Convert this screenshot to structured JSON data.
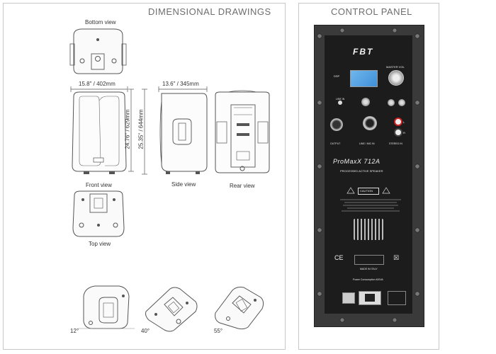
{
  "drawings": {
    "title": "DIMENSIONAL DRAWINGS",
    "bottom_view_label": "Bottom view",
    "width_dim": "15.8\" / 402mm",
    "depth_dim": "13.6\" / 345mm",
    "height_dim_1": "24.76\" / 629mm",
    "height_dim_2": "25.35\" / 644mm",
    "front_view_label": "Front view",
    "side_view_label": "Side view",
    "rear_view_label": "Rear view",
    "top_view_label": "Top view",
    "angle_1": "12°",
    "angle_2": "40°",
    "angle_3": "55°"
  },
  "control_panel": {
    "title": "CONTROL PANEL",
    "brand": "FBT",
    "dsp_label": "DSP",
    "master_vol_label": "MASTER VOL",
    "line_in_label": "LINE IN",
    "output_label": "OUTPUT",
    "line_mic_in_label": "LINE / MIC IN",
    "stereo_in_label": "STEREO IN",
    "l_label": "L",
    "r_label": "R",
    "model": "ProMaxX 712A",
    "subtitle": "PROCESSED ACTIVE SPEAKER",
    "caution_label": "CAUTION",
    "made_in": "MADE IN ITALY",
    "ce_mark": "CE",
    "power_consumption": "Power Consumption 400VA"
  },
  "colors": {
    "panel_black": "#1c1c1c",
    "frame_grey": "#3a3a3a",
    "screen_blue": "#3f8fd6",
    "line_grey": "#555555"
  }
}
